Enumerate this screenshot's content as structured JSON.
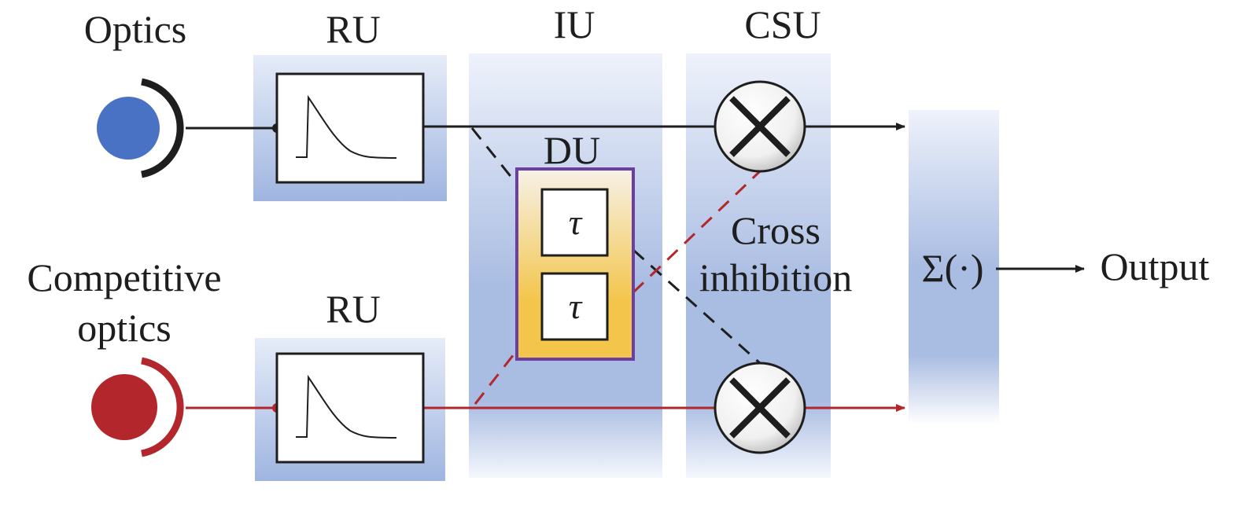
{
  "labels": {
    "optics": "Optics",
    "competitive_line1": "Competitive",
    "competitive_line2": "optics",
    "ru_top": "RU",
    "ru_bottom": "RU",
    "iu": "IU",
    "csu": "CSU",
    "du": "DU",
    "tau_top": "τ",
    "tau_bottom": "τ",
    "cross_line1": "Cross",
    "cross_line2": "inhibition",
    "sum": "Σ(·)",
    "output": "Output"
  },
  "colors": {
    "blue": "#4a72c4",
    "red": "#b3262c",
    "panel": "#a9bce2",
    "du_border": "#6a3fa0",
    "du_fill": "#f3c54a",
    "line": "#1e1e1e"
  },
  "icons": {
    "receptor_top": "blue-receptor-icon",
    "receptor_bottom": "red-receptor-icon",
    "multiplier": "multiply-icon"
  }
}
